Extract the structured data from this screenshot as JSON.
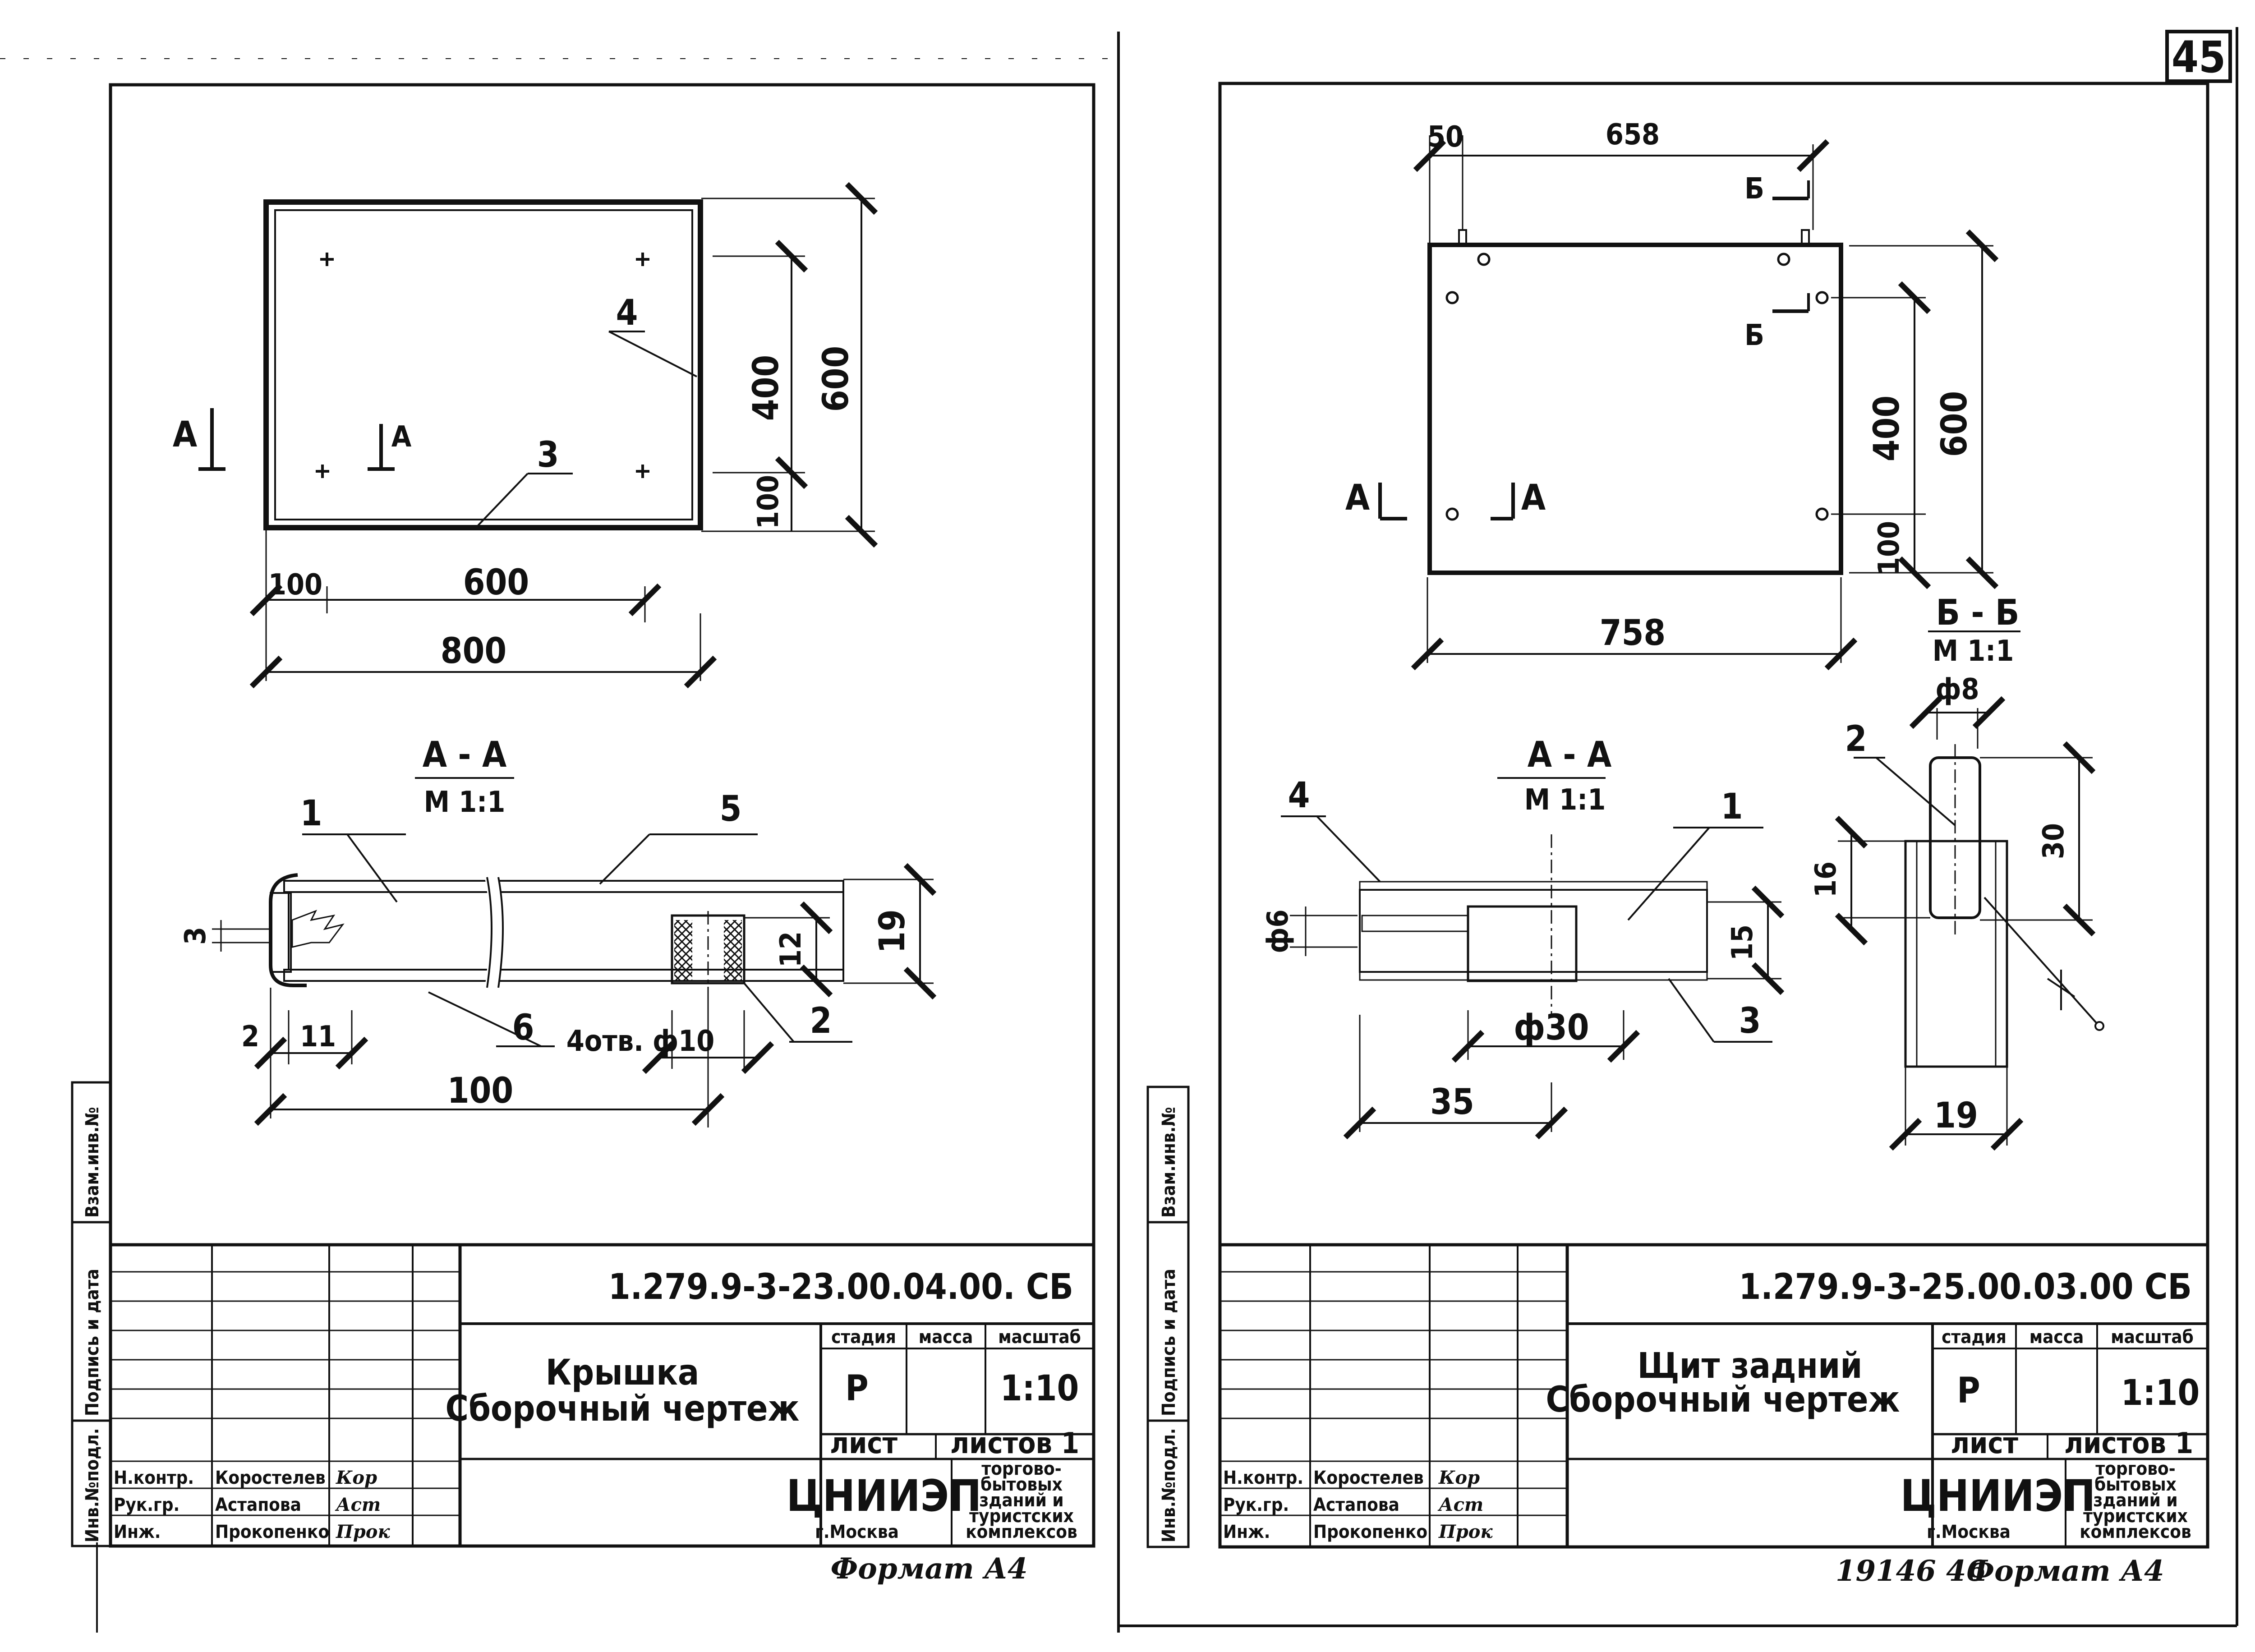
{
  "page_number": "45",
  "bottom_stamp": "19146 46",
  "left_sheet": {
    "doc_code": "1.279.9-3-23.00.04.00. СБ",
    "title_line1": "Крышка",
    "title_line2": "Сборочный чертеж",
    "stage_header": "стадия",
    "mass_header": "масса",
    "scale_header": "масштаб",
    "stage_value": "Р",
    "scale_value": "1:10",
    "sheet_header": "лист",
    "sheets_header": "листов 1",
    "org": "ЦНИИЭП",
    "org_city": "г.Москва",
    "org_desc": [
      "торгово-",
      "бытовых",
      "зданий и",
      "туристских",
      "комплексов"
    ],
    "roles": [
      "Н.контр.",
      "Рук.гр.",
      "Инж."
    ],
    "names": [
      "Коростелев",
      "Астапова",
      "Прокопенко"
    ],
    "signatures": [
      "Кор",
      "Аст",
      "Прок"
    ],
    "format": "Формат А4",
    "side_labels": [
      "Инв.№подл.",
      "Подпись и дата",
      "Взам.инв.№"
    ],
    "plan_dims": {
      "d600v": "600",
      "d400": "400",
      "d100v": "100",
      "d100h": "100",
      "d600h": "600",
      "d800": "800"
    },
    "callouts": {
      "c4": "4",
      "c3": "3",
      "A_left": "А",
      "A_right": "А"
    },
    "section_title": "А - А",
    "section_scale": "М 1:1",
    "section_labels": {
      "p1": "1",
      "p5": "5",
      "p6": "6",
      "p2": "2",
      "d3": "3",
      "d12": "12",
      "d19": "19",
      "d2": "2",
      "d11": "11",
      "holes": "4отв. ф10",
      "d100": "100"
    }
  },
  "right_sheet": {
    "doc_code": "1.279.9-3-25.00.03.00 СБ",
    "title_line1": "Щит задний",
    "title_line2": "Сборочный чертеж",
    "stage_header": "стадия",
    "mass_header": "масса",
    "scale_header": "масштаб",
    "stage_value": "Р",
    "scale_value": "1:10",
    "sheet_header": "лист",
    "sheets_header": "листов 1",
    "org": "ЦНИИЭП",
    "org_city": "г.Москва",
    "org_desc": [
      "торгово-",
      "бытовых",
      "зданий и",
      "туристских",
      "комплексов"
    ],
    "roles": [
      "Н.контр.",
      "Рук.гр.",
      "Инж."
    ],
    "names": [
      "Коростелев",
      "Астапова",
      "Прокопенко"
    ],
    "signatures": [
      "Кор",
      "Аст",
      "Прок"
    ],
    "format": "Формат А4",
    "side_labels": [
      "Инв.№подл.",
      "Подпись и дата",
      "Взам.инв.№"
    ],
    "plan_dims": {
      "d50": "50",
      "d658": "658",
      "d600v": "600",
      "d400": "400",
      "d100v": "100",
      "d758": "758"
    },
    "callouts": {
      "B_top": "Б",
      "B_mid": "Б",
      "A_left": "А",
      "A_right": "А"
    },
    "section_aa_title": "А - А",
    "section_aa_scale": "М 1:1",
    "section_aa_labels": {
      "p4": "4",
      "p1": "1",
      "p3": "3",
      "d6": "ф6",
      "d15": "15",
      "d30": "ф30",
      "d35": "35"
    },
    "section_bb_title": "Б - Б",
    "section_bb_scale": "М 1:1",
    "section_bb_labels": {
      "d8": "ф8",
      "p2": "2",
      "d16": "16",
      "d30": "30",
      "d19": "19"
    }
  }
}
